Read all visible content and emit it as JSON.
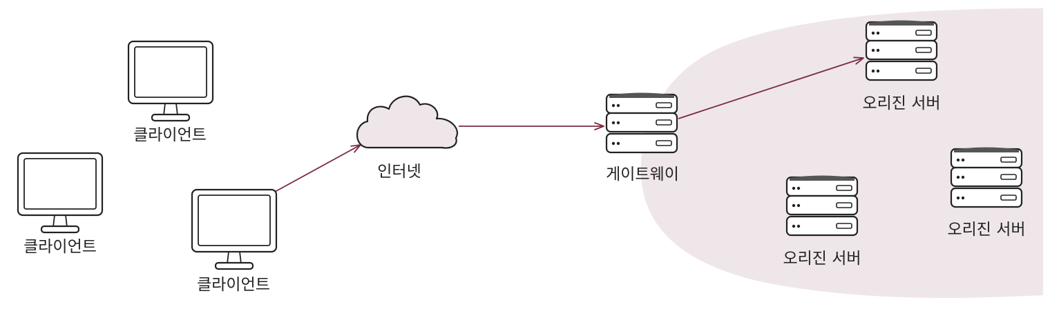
{
  "colors": {
    "region_fill": "#efe6ea",
    "cloud_fill": "#efe6ea",
    "arrow": "#7a2a3e",
    "server_top": "#555555",
    "ink": "#222222"
  },
  "nodes": {
    "client_top": {
      "label": "클라이언트",
      "icon": "monitor-icon"
    },
    "client_left": {
      "label": "클라이언트",
      "icon": "monitor-icon"
    },
    "client_bottom": {
      "label": "클라이언트",
      "icon": "monitor-icon"
    },
    "internet": {
      "label": "인터넷",
      "icon": "cloud-icon"
    },
    "gateway": {
      "label": "게이트웨이",
      "icon": "server-rack-icon"
    },
    "origin_top": {
      "label": "오리진 서버",
      "icon": "server-rack-icon"
    },
    "origin_middle": {
      "label": "오리진 서버",
      "icon": "server-rack-icon"
    },
    "origin_right": {
      "label": "오리진 서버",
      "icon": "server-rack-icon"
    }
  },
  "edges": [
    {
      "from": "client_bottom",
      "to": "internet"
    },
    {
      "from": "internet",
      "to": "gateway"
    },
    {
      "from": "gateway",
      "to": "origin_top"
    }
  ]
}
